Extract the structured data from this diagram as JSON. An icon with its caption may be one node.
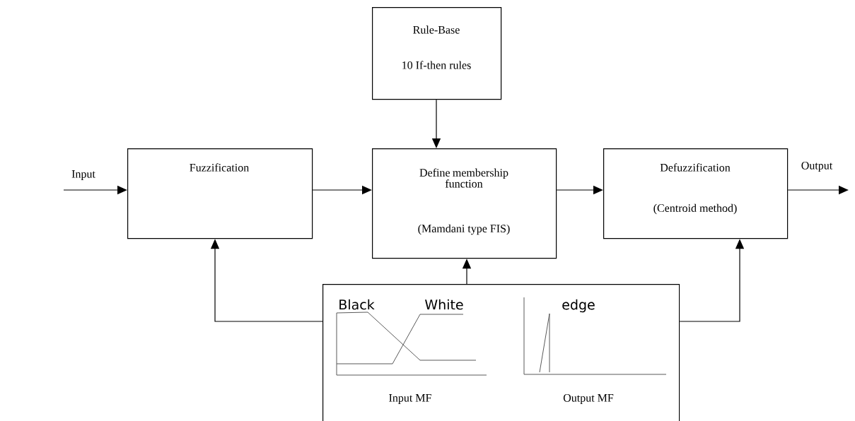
{
  "diagram": {
    "nodes": [
      {
        "text": [
          "Rule-Base",
          "10 If-then rules"
        ]
      },
      {
        "text": [
          "Fuzzification"
        ]
      },
      {
        "text": [
          "Define membership function",
          "(Mamdani type FIS)"
        ]
      },
      {
        "text": [
          "Defuzzification",
          "(Centroid method)"
        ]
      },
      {
        "text": [
          "Black",
          "White",
          "edge",
          "Input MF",
          "Output MF"
        ]
      }
    ],
    "edges": [
      {
        "from": null,
        "to": 1,
        "arrow": "to",
        "label": "Input"
      },
      {
        "from": 1,
        "to": 2,
        "arrow": "to"
      },
      {
        "from": 2,
        "to": 3,
        "arrow": "to"
      },
      {
        "from": 3,
        "to": null,
        "arrow": "to",
        "label": "Output"
      },
      {
        "from": 0,
        "to": 2,
        "arrow": "to"
      },
      {
        "from": 4,
        "to": 1,
        "arrow": "to"
      },
      {
        "from": 4,
        "to": 2,
        "arrow": "to"
      },
      {
        "from": 4,
        "to": 3,
        "arrow": "to"
      }
    ]
  }
}
